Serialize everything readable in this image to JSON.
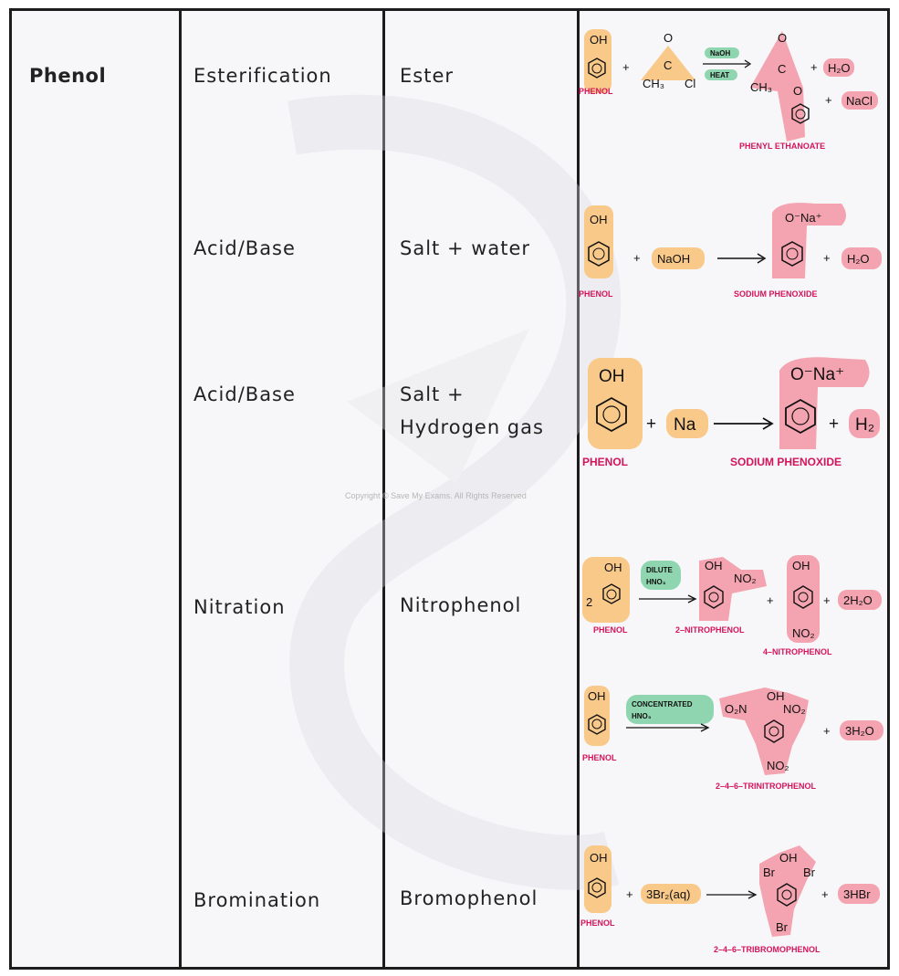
{
  "group": "Phenol",
  "rows": [
    {
      "reaction": "Esterification",
      "product": "Ester"
    },
    {
      "reaction": "Acid/Base",
      "product": "Salt + water"
    },
    {
      "reaction": "Acid/Base",
      "product_line1": "Salt +",
      "product_line2": "Hydrogen gas"
    },
    {
      "reaction": "Nitration",
      "product": "Nitrophenol"
    },
    {
      "reaction": "Bromination",
      "product": "Bromophenol"
    }
  ],
  "watermark": "Copyright © Save My Exams. All Rights Reserved",
  "colors": {
    "reactant": "#f9c98a",
    "product": "#f4a3b0",
    "condition": "#8fd6b0",
    "label": "#d4145a"
  },
  "eq1": {
    "oh": "OH",
    "plus": "+",
    "o": "O",
    "c": "C",
    "ch3": "CH₃",
    "cl": "Cl",
    "cond_top": "NaOH",
    "cond_bottom": "HEAT",
    "h2o": "H₂O",
    "nacl": "NaCl",
    "phenol": "PHENOL",
    "product": "PHENYL  ETHANOATE"
  },
  "eq2": {
    "oh": "OH",
    "plus": "+",
    "naoh": "NaOH",
    "ona": "O⁻Na⁺",
    "h2o": "H₂O",
    "phenol": "PHENOL",
    "product": "SODIUM  PHENOXIDE"
  },
  "eq3": {
    "oh": "OH",
    "plus": "+",
    "na": "Na",
    "ona": "O⁻Na⁺",
    "h2": "H₂",
    "phenol": "PHENOL",
    "product": "SODIUM  PHENOXIDE"
  },
  "eq4": {
    "coef": "2",
    "oh": "OH",
    "cond_top": "DILUTE",
    "cond_bottom": "HNO₃",
    "no2": "NO₂",
    "plus": "+",
    "water": "2H₂O",
    "phenol": "PHENOL",
    "product1": "2–NITROPHENOL",
    "product2": "4–NITROPHENOL"
  },
  "eq5": {
    "oh": "OH",
    "cond_top": "CONCENTRATED",
    "cond_bottom": "HNO₃",
    "no2": "NO₂",
    "o2n": "O₂N",
    "plus": "+",
    "water": "3H₂O",
    "phenol": "PHENOL",
    "product": "2–4–6–TRINITROPHENOL"
  },
  "eq6": {
    "oh": "OH",
    "plus": "+",
    "reagent": "3Br₂(aq)",
    "br": "Br",
    "hbr": "3HBr",
    "phenol": "PHENOL",
    "product": "2–4–6–TRIBROMOPHENOL"
  }
}
